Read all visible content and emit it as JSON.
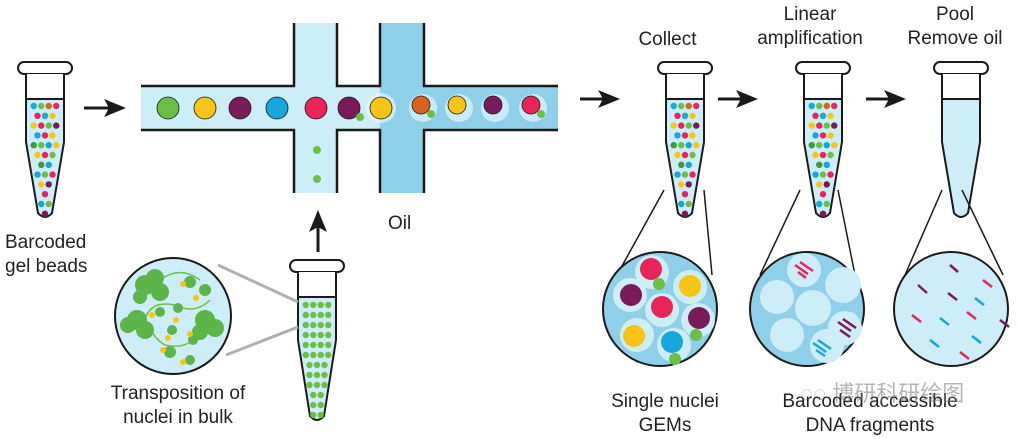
{
  "labels": {
    "barcoded_gel_beads": [
      "Barcoded",
      "gel beads"
    ],
    "oil": "Oil",
    "transposition": [
      "Transposition of",
      "nuclei in bulk"
    ],
    "collect": "Collect",
    "linear_amplification": [
      "Linear",
      "amplification"
    ],
    "pool_remove_oil": [
      "Pool",
      "Remove oil"
    ],
    "single_nuclei_gems": [
      "Single nuclei",
      "GEMs"
    ],
    "barcoded_dna_fragments": [
      "Barcoded accessible",
      "DNA fragments"
    ]
  },
  "watermark": "博研科研绘图",
  "colors": {
    "outline": "#1a1a1a",
    "channel_light": "#cdeef8",
    "channel_oil": "#8ecfe9",
    "tube_fill": "#cdeef8",
    "green": "#6cbf45",
    "dark_green": "#3f9a3a",
    "yellow": "#f9c415",
    "purple": "#7a1a5a",
    "blue": "#16a7df",
    "pink": "#e8245a",
    "orange": "#d9641e"
  },
  "channel_beads": [
    "green",
    "yellow",
    "purple",
    "blue",
    "pink",
    "purple",
    "yellow",
    "orange",
    "yellow",
    "purple",
    "pink"
  ],
  "tube_bead_rows": [
    [
      "blue",
      "green",
      "orange",
      "pink"
    ],
    [
      "pink",
      "blue",
      "yellow"
    ],
    [
      "yellow",
      "pink",
      "green",
      "purple"
    ],
    [
      "blue",
      "pink",
      "yellow"
    ],
    [
      "dark_green",
      "green",
      "blue",
      "yellow"
    ],
    [
      "yellow",
      "pink",
      "green"
    ],
    [
      "dark_green",
      "blue"
    ],
    [
      "blue",
      "green",
      "pink"
    ],
    [
      "yellow",
      "purple"
    ],
    [
      "pink"
    ],
    [
      "blue",
      "green"
    ],
    [
      "purple"
    ]
  ]
}
